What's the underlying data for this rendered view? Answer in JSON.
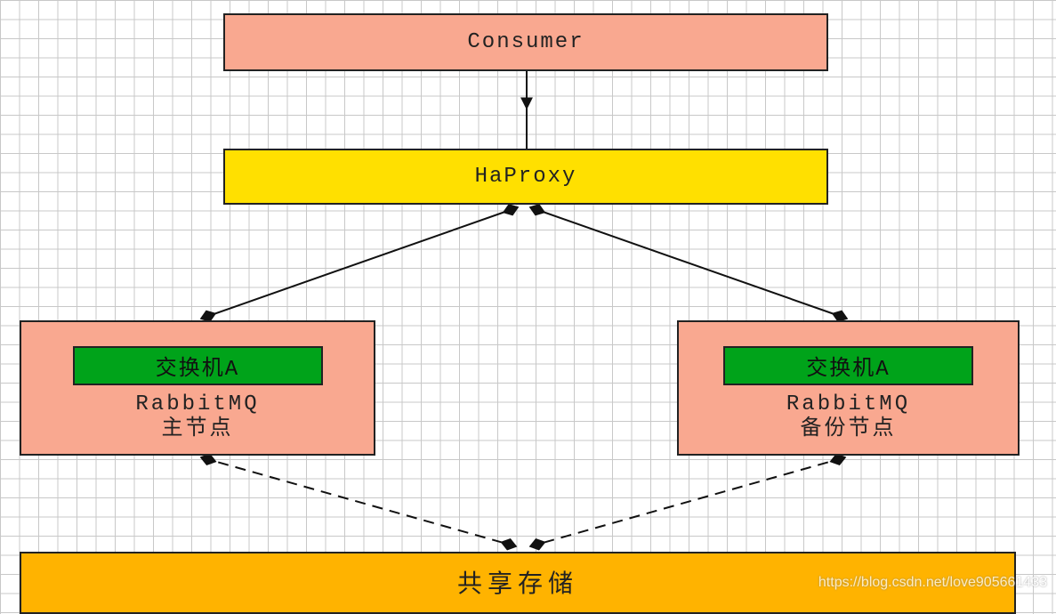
{
  "nodes": {
    "consumer": "Consumer",
    "haproxy": "HaProxy",
    "primary": {
      "exchange": "交换机A",
      "title": "RabbitMQ",
      "subtitle": "主节点"
    },
    "backup": {
      "exchange": "交换机A",
      "title": "RabbitMQ",
      "subtitle": "备份节点"
    },
    "storage": "共享存储"
  },
  "watermark": "https://blog.csdn.net/love905661433",
  "colors": {
    "consumer": "#f9a890",
    "haproxy": "#ffe000",
    "node": "#f9a890",
    "exchange": "#00a31a",
    "storage": "#ffb300"
  }
}
